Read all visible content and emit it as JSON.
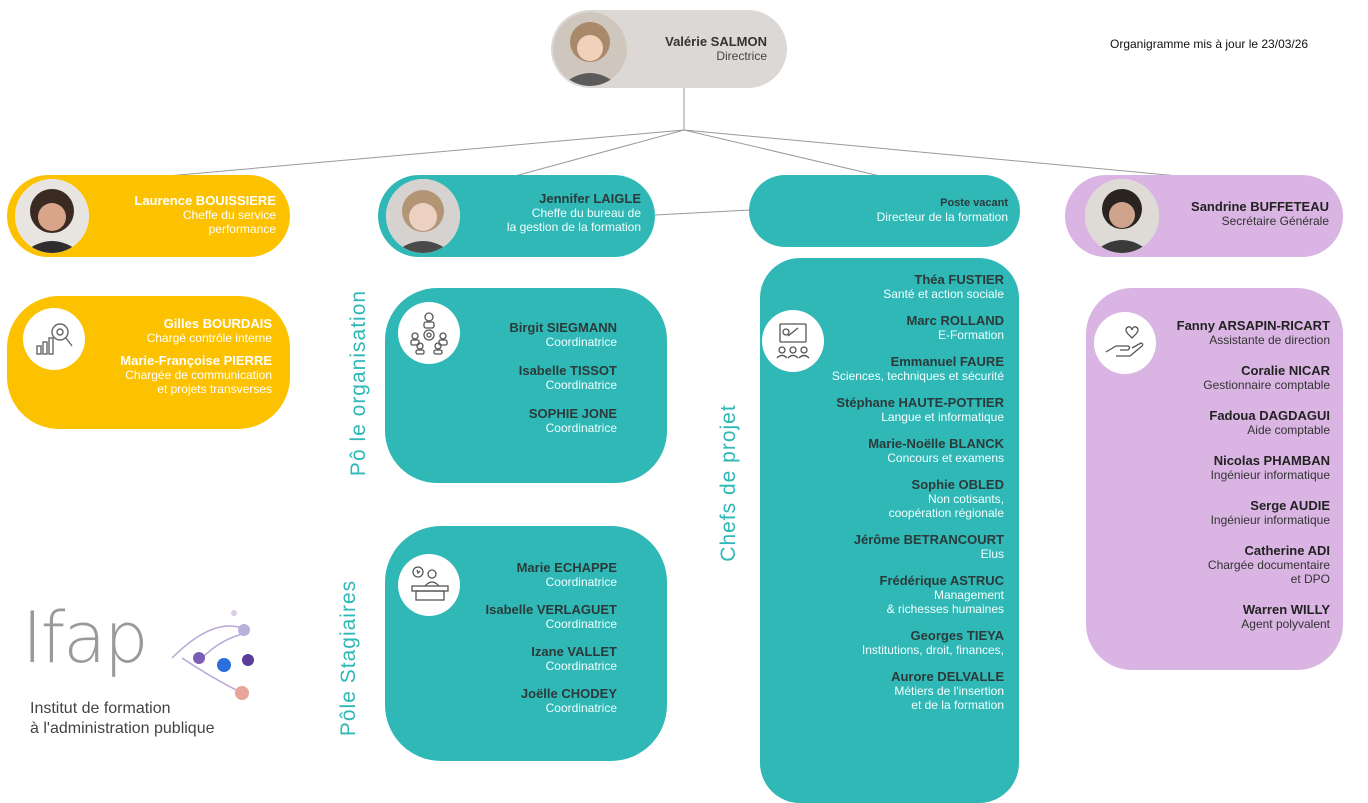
{
  "update_note": "Organigramme mis à jour le 23/03/26",
  "director": {
    "name": "Valérie SALMON",
    "role": "Directrice"
  },
  "performance": {
    "head": {
      "name": "Laurence BOUISSIERE",
      "role_l1": "Cheffe du service",
      "role_l2": "performance"
    },
    "members": [
      {
        "name": "Gilles BOURDAIS",
        "role_l1": "Chargé contrôle interne",
        "role_l2": ""
      },
      {
        "name": "Marie-Françoise PIERRE",
        "role_l1": "Chargée de communication",
        "role_l2": "et projets transverses"
      }
    ]
  },
  "bureau": {
    "head": {
      "name": "Jennifer LAIGLE",
      "role_l1": "Cheffe du bureau de",
      "role_l2": "la gestion de la formation"
    },
    "pole_organisation": {
      "label": "Pô le organisation",
      "members": [
        {
          "name": "Birgit SIEGMANN",
          "role": "Coordinatrice"
        },
        {
          "name": "Isabelle TISSOT",
          "role": "Coordinatrice"
        },
        {
          "name": "SOPHIE JONE",
          "role": "Coordinatrice"
        }
      ]
    },
    "pole_stagiaires": {
      "label": "Pôle Stagiaires",
      "members": [
        {
          "name": "Marie ECHAPPE",
          "role": "Coordinatrice"
        },
        {
          "name": "Isabelle VERLAGUET",
          "role": "Coordinatrice"
        },
        {
          "name": "Izane VALLET",
          "role": "Coordinatrice"
        },
        {
          "name": "Joëlle CHODEY",
          "role": "Coordinatrice"
        }
      ]
    }
  },
  "formation": {
    "head": {
      "name": "Poste vacant",
      "role": "Directeur de la formation"
    },
    "label": "Chefs de projet",
    "members": [
      {
        "name": "Théa FUSTIER",
        "role_l1": "Santé et action sociale",
        "role_l2": ""
      },
      {
        "name": "Marc ROLLAND",
        "role_l1": "E-Formation",
        "role_l2": ""
      },
      {
        "name": "Emmanuel FAURE",
        "role_l1": "Sciences, techniques et sécurité",
        "role_l2": ""
      },
      {
        "name": "Stéphane HAUTE-POTTIER",
        "role_l1": "Langue et informatique",
        "role_l2": ""
      },
      {
        "name": "Marie-Noëlle BLANCK",
        "role_l1": "Concours et examens",
        "role_l2": ""
      },
      {
        "name": "Sophie OBLED",
        "role_l1": "Non cotisants,",
        "role_l2": "coopération régionale"
      },
      {
        "name": "Jérôme BETRANCOURT",
        "role_l1": "Elus",
        "role_l2": ""
      },
      {
        "name": "Frédérique ASTRUC",
        "role_l1": "Management",
        "role_l2": "& richesses humaines"
      },
      {
        "name": "Georges TIEYA",
        "role_l1": "Institutions, droit, finances,",
        "role_l2": ""
      },
      {
        "name": "Aurore DELVALLE",
        "role_l1": "Métiers de l'insertion",
        "role_l2": "et de la formation"
      }
    ]
  },
  "secretariat": {
    "head": {
      "name": "Sandrine BUFFETEAU",
      "role": "Secrétaire Générale"
    },
    "members": [
      {
        "name": "Fanny ARSAPIN-RICART",
        "role_l1": "Assistante de direction",
        "role_l2": ""
      },
      {
        "name": "Coralie NICAR",
        "role_l1": "Gestionnaire comptable",
        "role_l2": ""
      },
      {
        "name": "Fadoua DAGDAGUI",
        "role_l1": "Aide comptable",
        "role_l2": ""
      },
      {
        "name": "Nicolas PHAMBAN",
        "role_l1": "Ingénieur informatique",
        "role_l2": ""
      },
      {
        "name": "Serge AUDIE",
        "role_l1": "Ingénieur informatique",
        "role_l2": ""
      },
      {
        "name": "Catherine ADI",
        "role_l1": "Chargée documentaire",
        "role_l2": "et DPO"
      },
      {
        "name": "Warren WILLY",
        "role_l1": "Agent polyvalent",
        "role_l2": ""
      }
    ]
  },
  "logo": {
    "wordmark": "Ifap",
    "line1": "Institut de formation",
    "line2": "à l'administration publique"
  },
  "icons": {
    "performance": "chart-magnifier-icon",
    "organisation": "team-cog-icon",
    "stagiaires": "reception-desk-icon",
    "chefs_projet": "classroom-board-icon",
    "secretariat": "hand-heart-icon"
  },
  "colors": {
    "teal": "#2fb8b6",
    "yellow": "#fcc200",
    "lilac": "#dab5e3",
    "grey": "#dcd8d6"
  }
}
